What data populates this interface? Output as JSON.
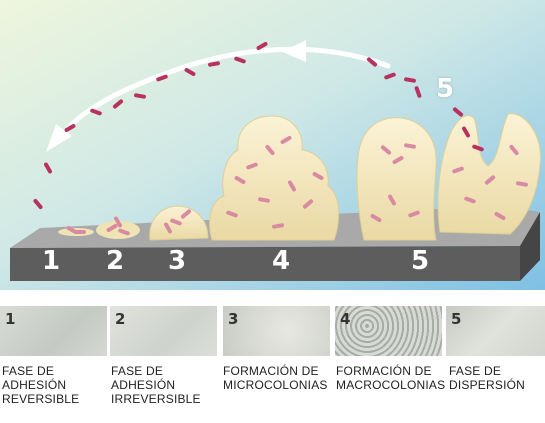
{
  "stages": [
    {
      "number": "1",
      "caption_lines": [
        "FASE DE",
        "ADHESIÓN",
        "REVERSIBLE"
      ]
    },
    {
      "number": "2",
      "caption_lines": [
        "FASE DE",
        "ADHESIÓN",
        "IRREVERSIBLE"
      ]
    },
    {
      "number": "3",
      "caption_lines": [
        "FORMACIÓN DE",
        "MICROCOLONIAS"
      ]
    },
    {
      "number": "4",
      "caption_lines": [
        "FORMACIÓN DE",
        "MACROCOLONIAS"
      ]
    },
    {
      "number": "5",
      "caption_lines": [
        "FASE DE",
        "DISPERSIÓN"
      ]
    }
  ],
  "arrow_label": "5",
  "colors": {
    "bacteria": "#b8325f",
    "biofilm": "#f3e6b8",
    "surface": "#5d5d5d",
    "sky_top": "#dff0d0",
    "sky_bottom": "#7fc0e4"
  }
}
